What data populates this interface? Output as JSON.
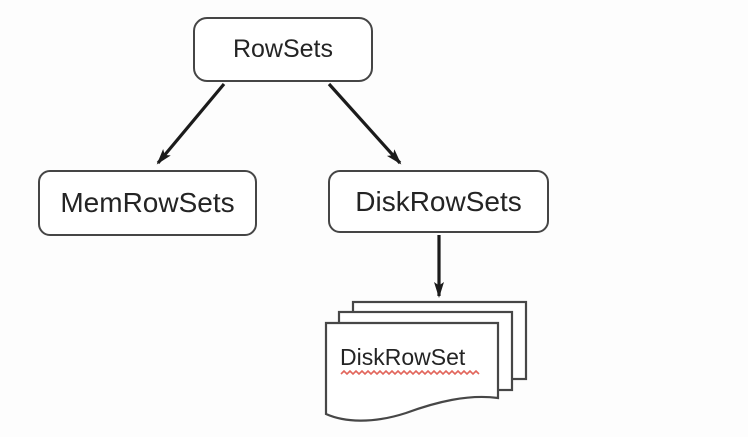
{
  "colors": {
    "background": "#fdfdfd",
    "node_border": "#454545",
    "page_border": "#474747",
    "node_text": "#242424",
    "arrow": "#1b1b1b",
    "squiggle": "#e2665c"
  },
  "nodes": {
    "rowsets": {
      "label": "RowSets"
    },
    "memrowsets": {
      "label": "MemRowSets"
    },
    "diskrowsets": {
      "label": "DiskRowSets"
    },
    "diskrowset_document": {
      "label": "DiskRowSet"
    }
  },
  "edges": [
    {
      "from": "RowSets",
      "to": "MemRowSets"
    },
    {
      "from": "RowSets",
      "to": "DiskRowSets"
    },
    {
      "from": "DiskRowSets",
      "to": "DiskRowSet document stack"
    }
  ],
  "document_stack": {
    "page_count": 3
  }
}
